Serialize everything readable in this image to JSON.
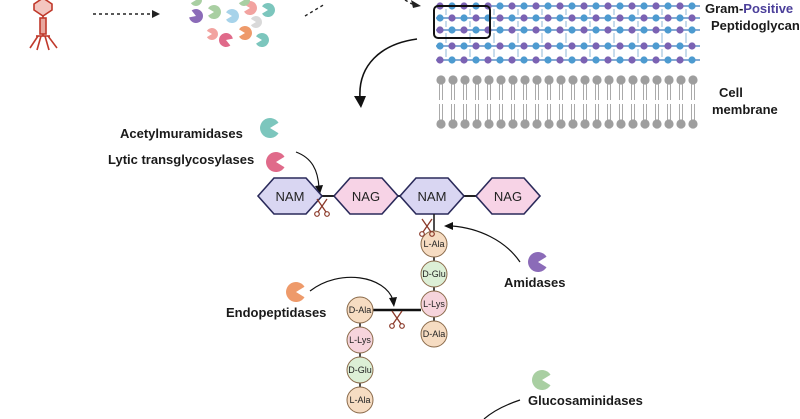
{
  "labels": {
    "gram_prefix": "Gram-",
    "gram_suffix": "Positive",
    "peptidoglycan": "Peptidoglycan",
    "cell_membrane_1": "Cell",
    "cell_membrane_2": "membrane",
    "acetylmuramidases": "Acetylmuramidases",
    "lytic": "Lytic transglycosylases",
    "amidases": "Amidases",
    "endopeptidases": "Endopeptidases",
    "glucosaminidases": "Glucosaminidases"
  },
  "sugars": [
    "NAM",
    "NAG",
    "NAM",
    "NAG"
  ],
  "stem_peptide": [
    "L-Ala",
    "D-Glu",
    "L-Lys",
    "D-Ala"
  ],
  "cross_peptide": [
    "D-Ala",
    "L-Lys",
    "D-Glu",
    "L-Ala"
  ],
  "colors": {
    "nam_fill": "#d9d6f2",
    "nag_fill": "#f7d3e6",
    "hex_stroke": "#2a2a5a",
    "positive_text": "#4b3f9a",
    "aa_ala": "#f6dcc2",
    "aa_glu": "#dcefd6",
    "aa_lys": "#f6d4dc",
    "enzyme_teal": "#7cc6bd",
    "enzyme_pink": "#e06a8a",
    "enzyme_purple": "#8b6bb8",
    "enzyme_orange": "#ee9a6a",
    "enzyme_green": "#a9cfa2",
    "phage": "#c0392b"
  }
}
